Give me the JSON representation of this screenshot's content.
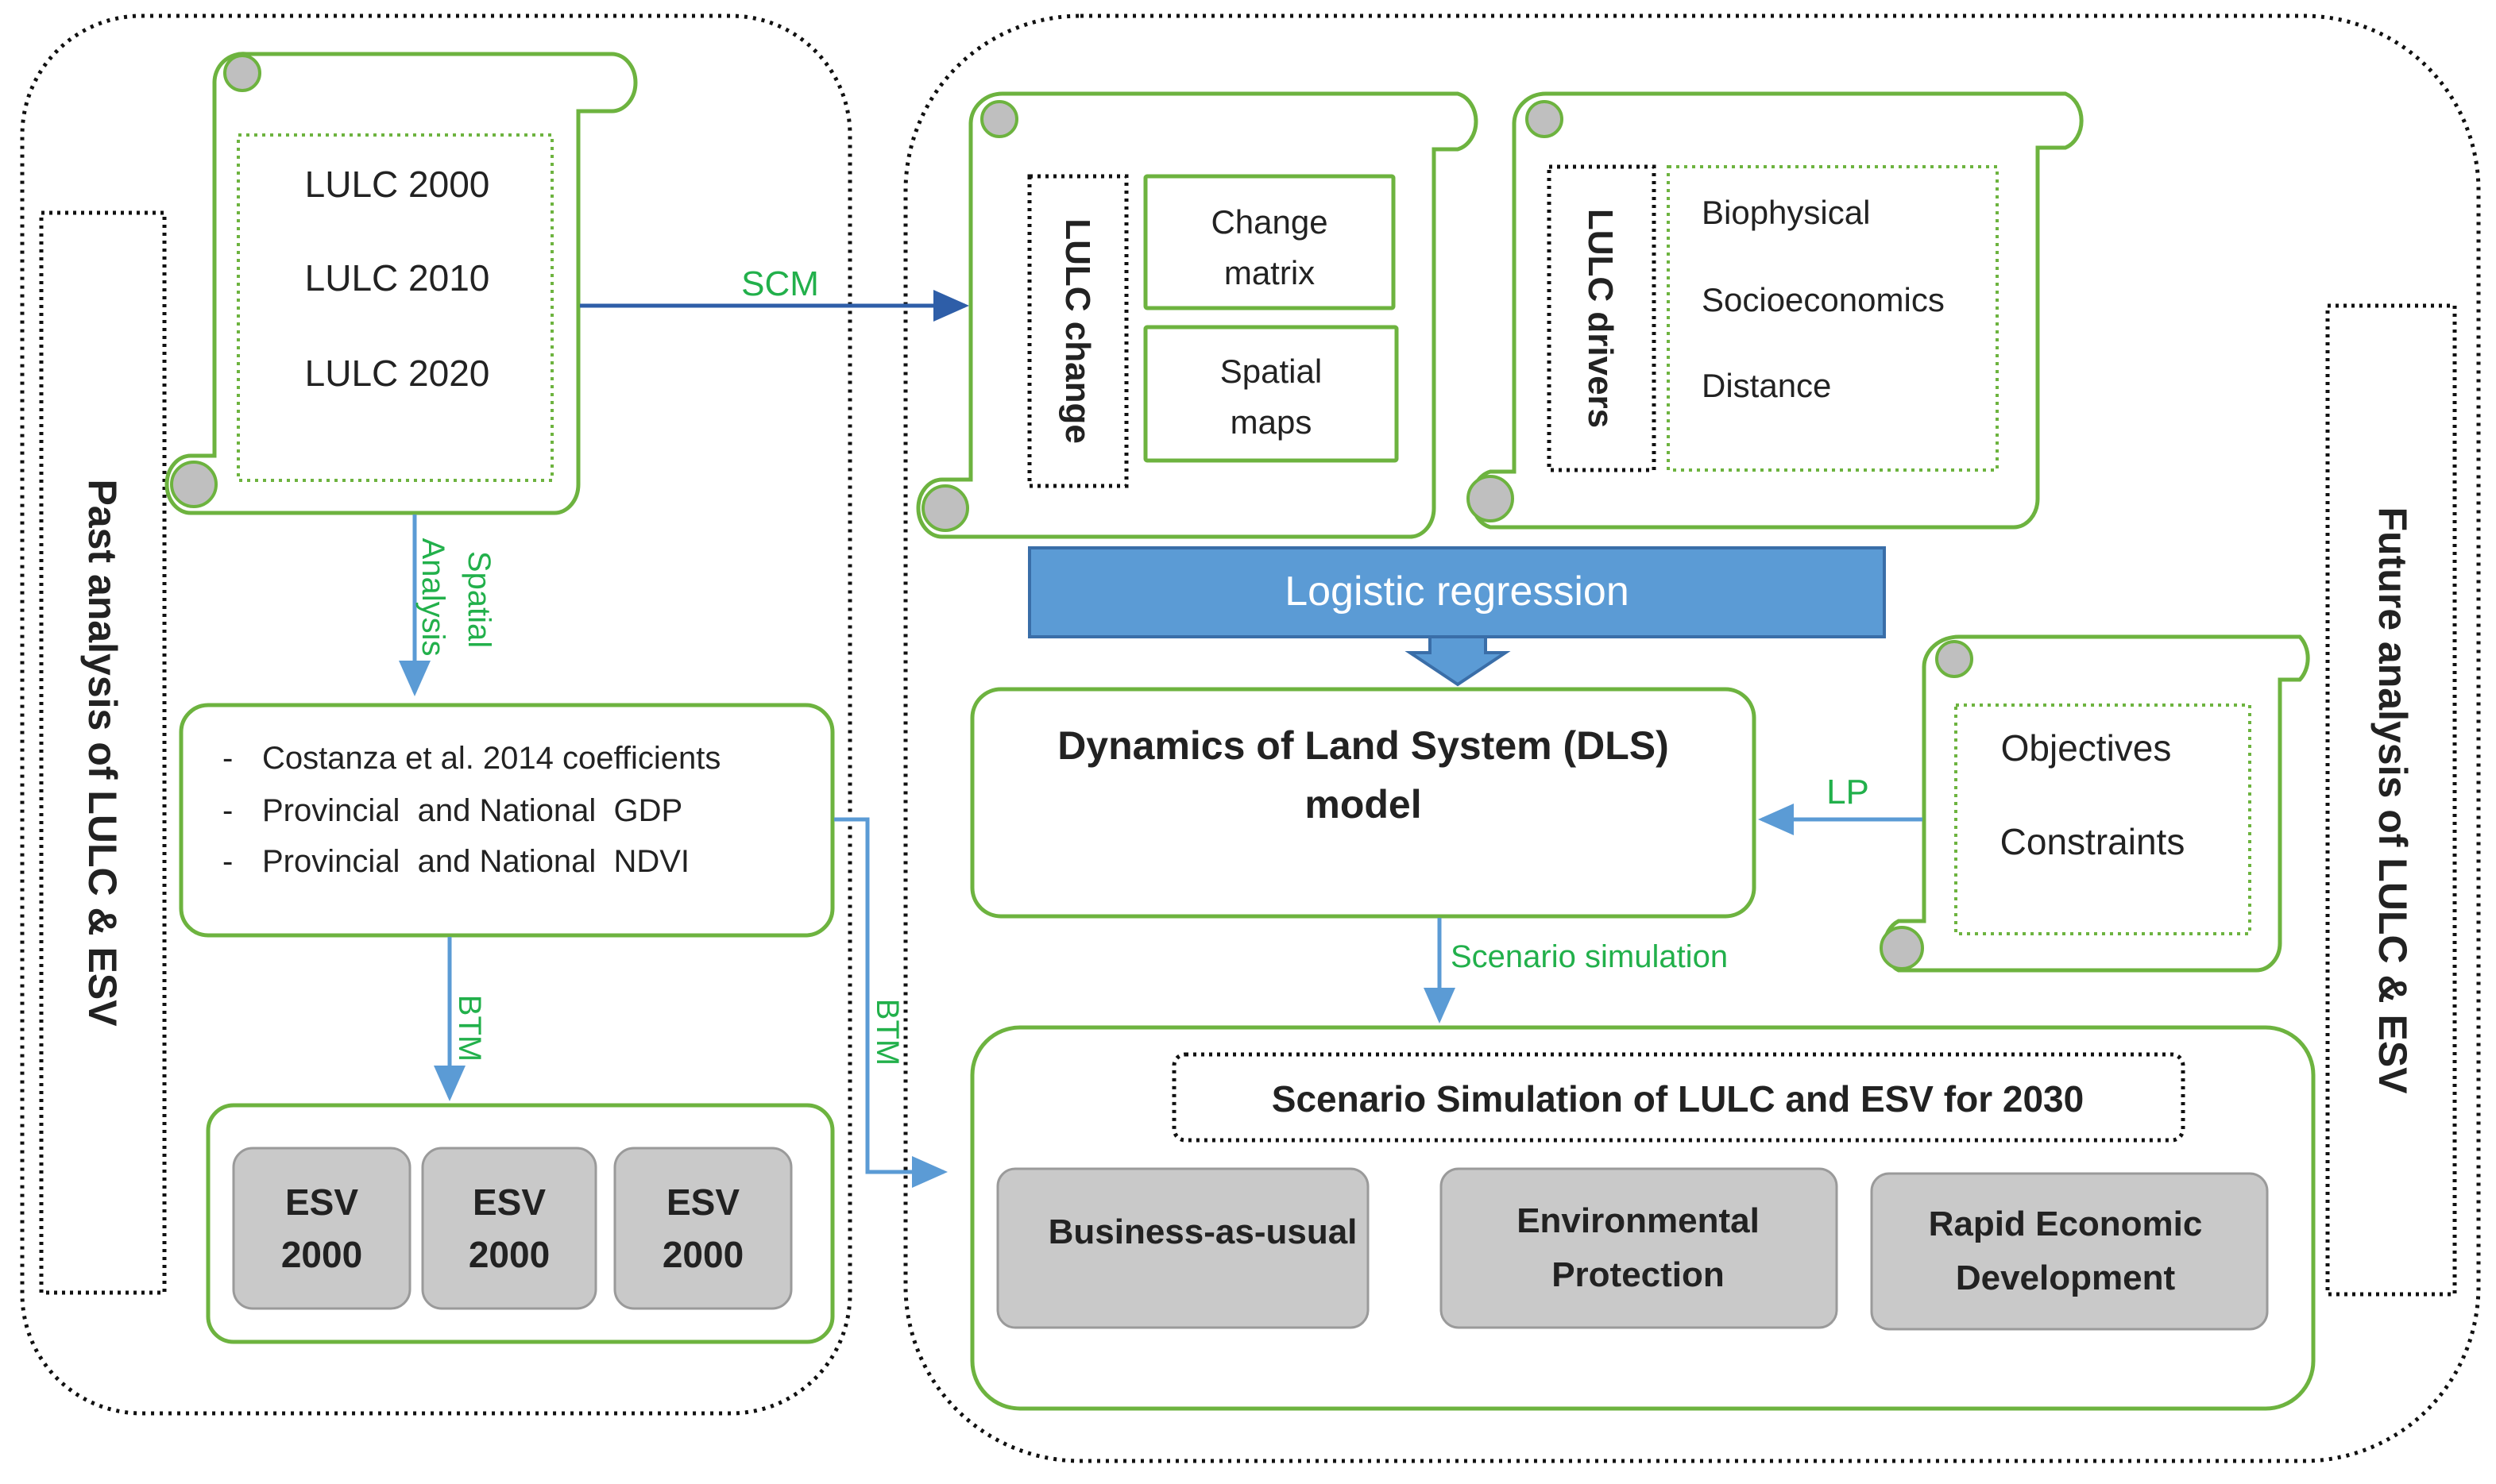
{
  "colors": {
    "green_border": "#6db33f",
    "green_text": "#22b04b",
    "arrow_blue": "#5b9bd5",
    "arrow_dark_blue": "#2e5ea8",
    "logistic_box": "#5b9bd5",
    "grey_box": "#c9c9c9"
  },
  "left": {
    "side_label": "Past analysis of LULC & ESV",
    "lulc_years": [
      "LULC 2000",
      "LULC 2010",
      "LULC 2020"
    ],
    "spatial_label_1": "Spatial",
    "spatial_label_2": "Analysis",
    "coefficients": [
      "Costanza et al. 2014 coefficients",
      "Provincial  and National  GDP",
      "Provincial  and National  NDVI"
    ],
    "btm_label": "BTM",
    "esv": [
      {
        "line1": "ESV",
        "line2": "2000"
      },
      {
        "line1": "ESV",
        "line2": "2000"
      },
      {
        "line1": "ESV",
        "line2": "2000"
      }
    ]
  },
  "center": {
    "scm_label": "SCM",
    "btm_label": "BTM",
    "lulc_change_title": "LULC change",
    "change_matrix_1": "Change",
    "change_matrix_2": "matrix",
    "spatial_maps_1": "Spatial",
    "spatial_maps_2": "maps",
    "lulc_drivers_title": "LULC drivers",
    "drivers": [
      "Biophysical",
      "Socioeconomics",
      "Distance"
    ],
    "logistic_regression": "Logistic regression",
    "dls_line1": "Dynamics of Land System (DLS)",
    "dls_line2": "model",
    "lp_label": "LP",
    "objectives": "Objectives",
    "constraints": "Constraints",
    "scenario_arrow_label": "Scenario simulation",
    "scenario_title": "Scenario Simulation of LULC and ESV for 2030",
    "scenarios": [
      {
        "line1": "Business-as-usual",
        "line2": ""
      },
      {
        "line1": "Environmental",
        "line2": "Protection"
      },
      {
        "line1": "Rapid Economic",
        "line2": "Development"
      }
    ]
  },
  "right": {
    "side_label": "Future analysis of LULC & ESV"
  }
}
